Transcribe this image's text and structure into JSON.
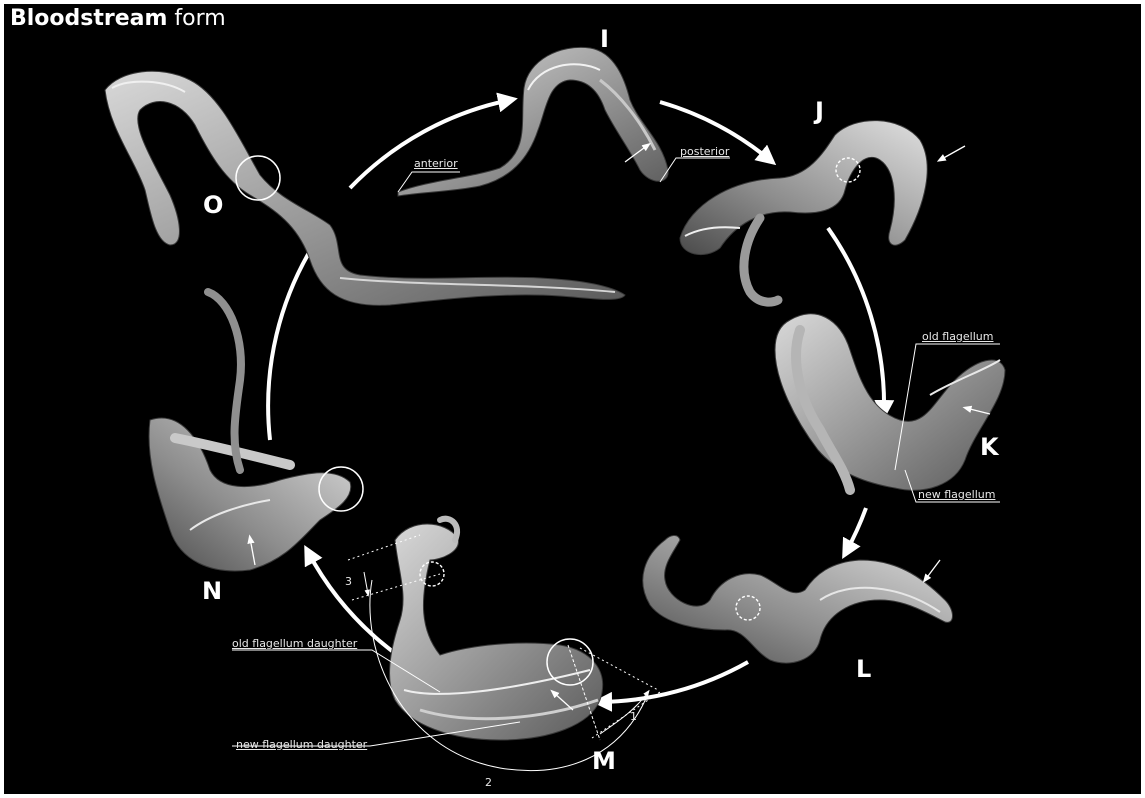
{
  "figure": {
    "title_bold": "Bloodstream",
    "title_rest": " form",
    "background": "#000000",
    "cycle_color": "#ffffff"
  },
  "stages": {
    "I": "I",
    "J": "J",
    "K": "K",
    "L": "L",
    "M": "M",
    "N": "N",
    "O": "O"
  },
  "annotations": {
    "anterior": "anterior",
    "posterior": "posterior",
    "old_flagellum": "old flagellum",
    "new_flagellum": "new flagellum",
    "old_flagellum_daughter": "old flagellum daughter",
    "new_flagellum_daughter": "new flagellum daughter"
  },
  "measurements": {
    "m1": "1",
    "m2": "2",
    "m3": "3"
  },
  "icons": [
    "arrow-icon",
    "circle-marker-icon",
    "dashed-circle-marker-icon"
  ]
}
